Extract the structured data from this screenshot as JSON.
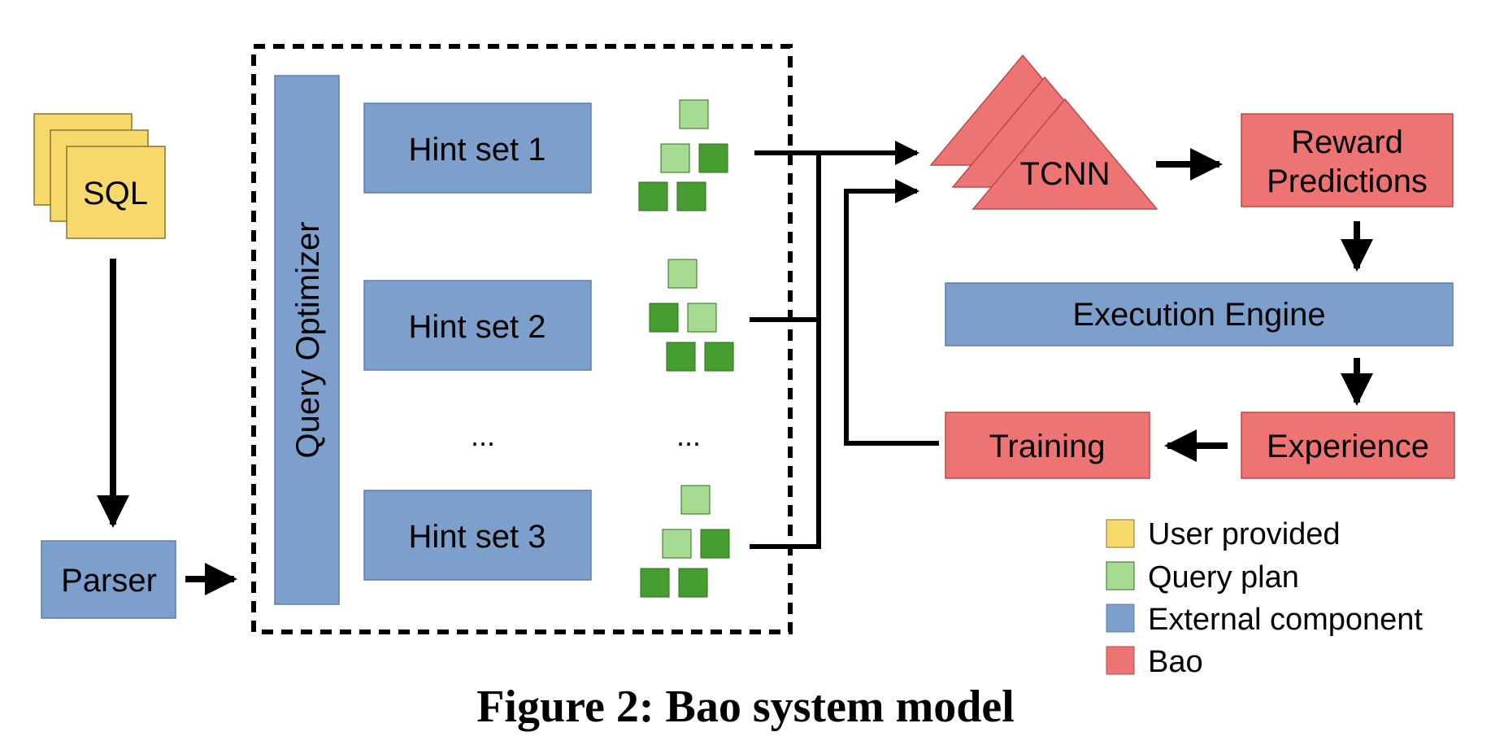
{
  "colors": {
    "user_provided": "#f7d86a",
    "query_plan_light": "#a6dc92",
    "query_plan_dark": "#479e30",
    "external_component": "#7d9fcb",
    "bao": "#ee7474",
    "stroke_blue": "#5a7fae",
    "stroke_red": "#b84a4a",
    "stroke_green": "#2f6b1f",
    "stroke_yellow": "#8a7430"
  },
  "nodes": {
    "sql": "SQL",
    "parser": "Parser",
    "query_optimizer": "Query Optimizer",
    "hint_set_1": "Hint set 1",
    "hint_set_2": "Hint set 2",
    "hint_set_3": "Hint set 3",
    "hint_ellipsis": "...",
    "plan_ellipsis": "...",
    "tcnn": "TCNN",
    "reward_line1": "Reward",
    "reward_line2": "Predictions",
    "execution_engine": "Execution Engine",
    "experience": "Experience",
    "training": "Training"
  },
  "legend": {
    "items": [
      {
        "label": "User provided",
        "color": "#f7d86a"
      },
      {
        "label": "Query plan",
        "color": "#a6dc92"
      },
      {
        "label": "External component",
        "color": "#7d9fcb"
      },
      {
        "label": "Bao",
        "color": "#ee7474"
      }
    ]
  },
  "caption": "Figure 2: Bao system model"
}
